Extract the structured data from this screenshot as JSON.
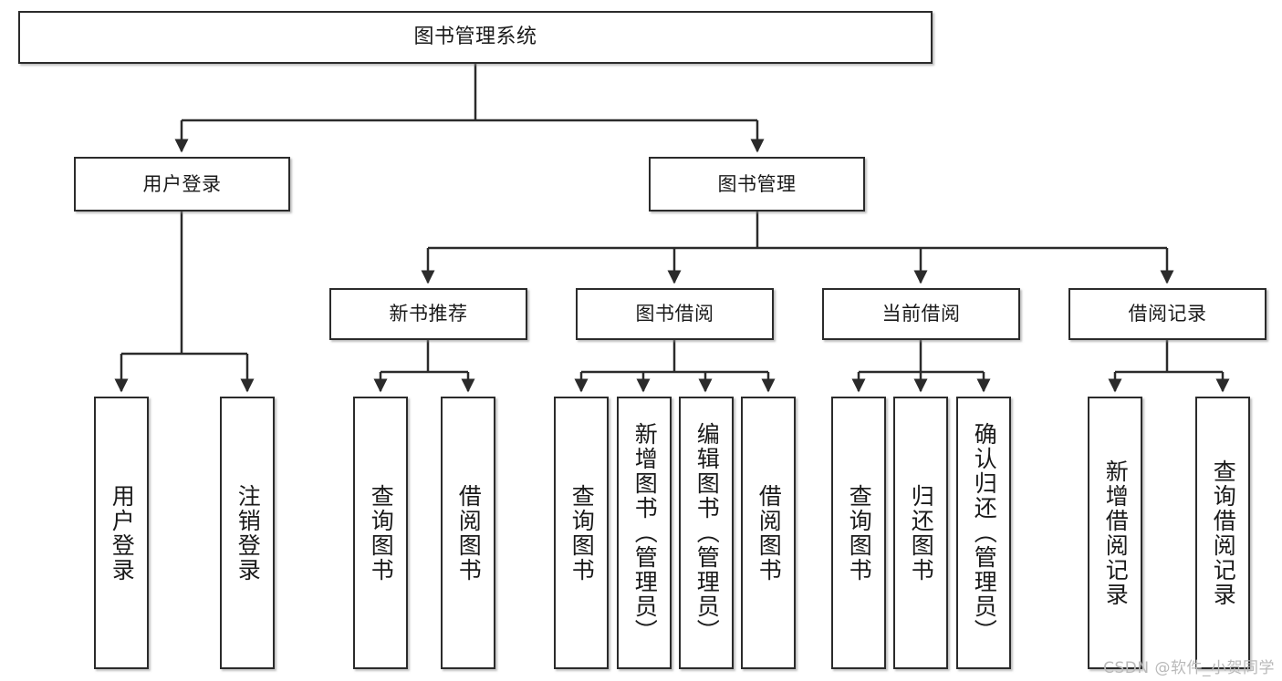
{
  "diagram": {
    "title": "图书管理系统",
    "type": "tree-hierarchy",
    "watermark": "CSDN @软件_小贺同学",
    "colors": {
      "box_border": "#2b2b2b",
      "box_fill": "#ffffff",
      "text": "#1a1a1a",
      "connector": "#2b2b2b",
      "watermark": "#b9b9b9",
      "background": "#ffffff"
    },
    "root": {
      "label": "图书管理系统"
    },
    "level2": [
      {
        "label": "用户登录"
      },
      {
        "label": "图书管理"
      }
    ],
    "level3": [
      {
        "label": "新书推荐"
      },
      {
        "label": "图书借阅"
      },
      {
        "label": "当前借阅"
      },
      {
        "label": "借阅记录"
      }
    ],
    "leaves": {
      "user_login": [
        {
          "label": "用户登录"
        },
        {
          "label": "注销登录"
        }
      ],
      "new_book_recommend": [
        {
          "label": "查询图书"
        },
        {
          "label": "借阅图书"
        }
      ],
      "book_borrow": [
        {
          "label": "查询图书"
        },
        {
          "label": "新增图书（管理员）"
        },
        {
          "label": "编辑图书（管理员）"
        },
        {
          "label": "借阅图书"
        }
      ],
      "current_borrow": [
        {
          "label": "查询图书"
        },
        {
          "label": "归还图书"
        },
        {
          "label": "确认归还（管理员）"
        }
      ],
      "borrow_record": [
        {
          "label": "新增借阅记录"
        },
        {
          "label": "查询借阅记录"
        }
      ]
    }
  }
}
